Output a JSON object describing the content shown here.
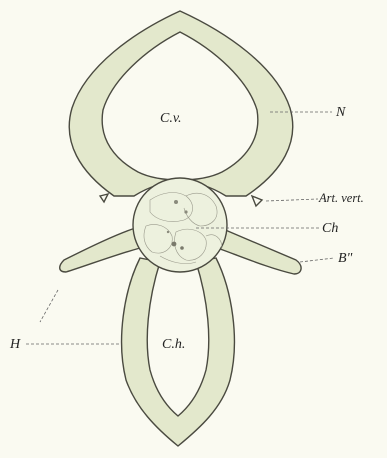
{
  "labels": {
    "neural_canal": "C.v.",
    "haemal_canal": "C.h.",
    "neural_arch": "N",
    "vertebral_artery": "Art. vert.",
    "chorda": "Ch",
    "rib": "B\"",
    "haemal_arch": "H"
  },
  "colors": {
    "background": "#fafaf1",
    "bone_fill": "#e3e8cc",
    "canal_fill": "#fafaf1",
    "outline": "#4a4a40"
  }
}
